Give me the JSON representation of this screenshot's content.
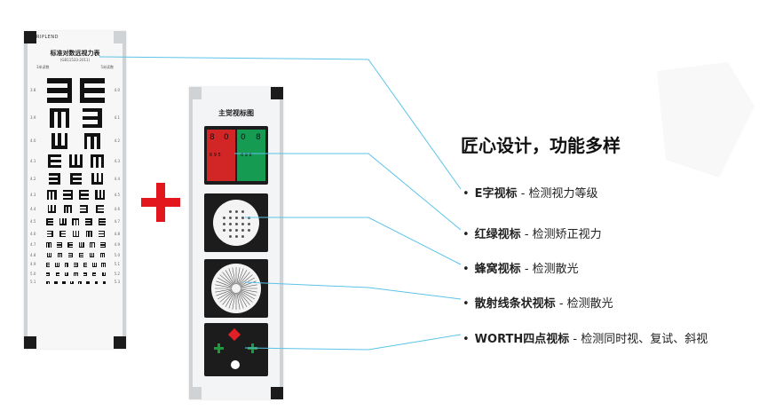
{
  "headline": "匠心设计，功能多样",
  "features": [
    {
      "bullet": "•",
      "name": "E字视标",
      "sep": " - ",
      "desc": "检测视力等级"
    },
    {
      "bullet": "•",
      "name": "红绿视标",
      "sep": " - ",
      "desc": "检测矫正视力"
    },
    {
      "bullet": "•",
      "name": "蜂窝视标",
      "sep": " - ",
      "desc": "检测散光"
    },
    {
      "bullet": "•",
      "name": "散射线条状视标",
      "sep": " - ",
      "desc": "检测散光"
    },
    {
      "bullet": "•",
      "name": "WORTH四点视标",
      "sep": " - ",
      "desc": "检测同时视、复试、斜视"
    }
  ],
  "e_chart": {
    "logo": "RIPLEND",
    "title": "标准对数远视力表",
    "standard": "(GB11533-2011)",
    "distance_left": "3米读数",
    "distance_right": "5米读数",
    "rows": [
      {
        "left": "3.8",
        "right": "4.0"
      },
      {
        "left": "3.9",
        "right": "4.1"
      },
      {
        "left": "4.0",
        "right": "4.2"
      },
      {
        "left": "4.1",
        "right": "4.3"
      },
      {
        "left": "4.2",
        "right": "4.4"
      },
      {
        "left": "4.3",
        "right": "4.5"
      },
      {
        "left": "4.4",
        "right": "4.6"
      },
      {
        "left": "4.5",
        "right": "4.7"
      },
      {
        "left": "4.6",
        "right": "4.8"
      },
      {
        "left": "4.7",
        "right": "4.9"
      },
      {
        "left": "4.8",
        "right": "5.0"
      },
      {
        "left": "4.9",
        "right": "5.1"
      },
      {
        "left": "5.0",
        "right": "5.2"
      },
      {
        "left": "5.1",
        "right": "5.3"
      }
    ]
  },
  "panel": {
    "title": "主觉视标图",
    "red_green": {
      "top_left": "8",
      "top_mid_left": "0",
      "top_mid_right": "0",
      "top_right": "8",
      "small_left": "6  9  5",
      "small_right": "6  9  8",
      "colors": {
        "red": "#d22626",
        "green": "#169b53"
      }
    },
    "worth_colors": {
      "red": "#e01f26",
      "green": "#1e9a3c",
      "white": "#ffffff"
    }
  },
  "colors": {
    "callout_line": "#5bc3e8",
    "plus": "#e3161d"
  },
  "icons": [
    "plus-icon",
    "bullet-icon",
    "honeycomb-chart-icon",
    "radial-lines-chart-icon",
    "worth-four-dot-icon"
  ]
}
